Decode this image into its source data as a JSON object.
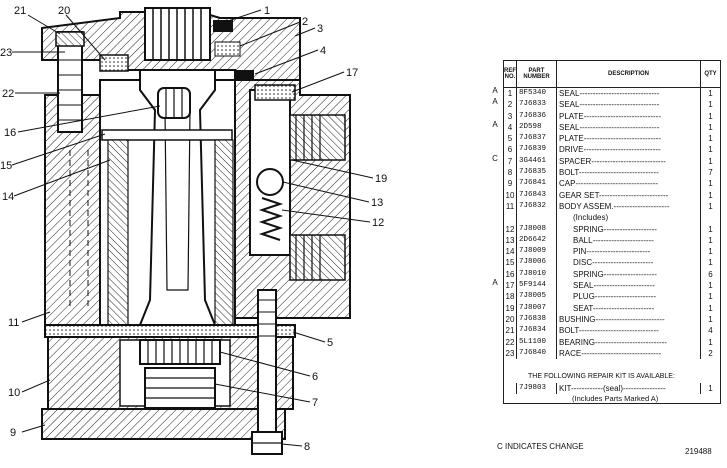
{
  "callouts": [
    {
      "n": "1"
    },
    {
      "n": "2"
    },
    {
      "n": "3"
    },
    {
      "n": "4"
    },
    {
      "n": "17"
    },
    {
      "n": "19"
    },
    {
      "n": "13"
    },
    {
      "n": "12"
    },
    {
      "n": "5"
    },
    {
      "n": "6"
    },
    {
      "n": "7"
    },
    {
      "n": "8"
    },
    {
      "n": "21"
    },
    {
      "n": "20"
    },
    {
      "n": "23"
    },
    {
      "n": "22"
    },
    {
      "n": "16"
    },
    {
      "n": "15"
    },
    {
      "n": "14"
    },
    {
      "n": "11"
    },
    {
      "n": "10"
    },
    {
      "n": "9"
    }
  ],
  "parts_table": {
    "headers": {
      "ref": "REF NO.",
      "part": "PART NUMBER",
      "desc": "DESCRIPTION",
      "qty": "QTY"
    },
    "rows": [
      {
        "ref": "1",
        "part": "8F5340",
        "desc": "SEAL------------------------------",
        "qty": "1",
        "mark": "A"
      },
      {
        "ref": "2",
        "part": "7J6833",
        "desc": "SEAL------------------------------",
        "qty": "1",
        "mark": "A"
      },
      {
        "ref": "3",
        "part": "7J6836",
        "desc": "PLATE-----------------------------",
        "qty": "1",
        "mark": ""
      },
      {
        "ref": "4",
        "part": "2D598",
        "desc": "SEAL------------------------------",
        "qty": "1",
        "mark": "A"
      },
      {
        "ref": "5",
        "part": "7J6837",
        "desc": "PLATE-----------------------------",
        "qty": "1",
        "mark": ""
      },
      {
        "ref": "6",
        "part": "7J6839",
        "desc": "DRIVE-----------------------------",
        "qty": "1",
        "mark": ""
      },
      {
        "ref": "7",
        "part": "3G4461",
        "desc": "SPACER----------------------------",
        "qty": "1",
        "mark": "C"
      },
      {
        "ref": "8",
        "part": "7J6835",
        "desc": "BOLT------------------------------",
        "qty": "7",
        "mark": ""
      },
      {
        "ref": "9",
        "part": "7J6841",
        "desc": "CAP-------------------------------",
        "qty": "1",
        "mark": ""
      },
      {
        "ref": "10",
        "part": "7J6843",
        "desc": "GEAR SET--------------------------",
        "qty": "1",
        "mark": ""
      },
      {
        "ref": "11",
        "part": "7J6832",
        "desc": "BODY ASSEM.---------------------",
        "qty": "1",
        "mark": ""
      },
      {
        "ref": "",
        "part": "",
        "desc": "(Includes)",
        "qty": "",
        "mark": "",
        "indent": true
      },
      {
        "ref": "12",
        "part": "7J8008",
        "desc": "SPRING--------------------",
        "qty": "1",
        "mark": "",
        "indent": true
      },
      {
        "ref": "13",
        "part": "2D6642",
        "desc": "BALL-----------------------",
        "qty": "1",
        "mark": "",
        "indent": true
      },
      {
        "ref": "14",
        "part": "7J8009",
        "desc": "PIN------------------------",
        "qty": "1",
        "mark": "",
        "indent": true
      },
      {
        "ref": "15",
        "part": "7J8006",
        "desc": "DISC-----------------------",
        "qty": "1",
        "mark": "",
        "indent": true
      },
      {
        "ref": "16",
        "part": "7J8010",
        "desc": "SPRING--------------------",
        "qty": "6",
        "mark": "",
        "indent": true
      },
      {
        "ref": "17",
        "part": "5F9144",
        "desc": "SEAL-----------------------",
        "qty": "1",
        "mark": "A",
        "indent": true
      },
      {
        "ref": "18",
        "part": "7J8005",
        "desc": "PLUG-----------------------",
        "qty": "1",
        "mark": "",
        "indent": true
      },
      {
        "ref": "19",
        "part": "7J8007",
        "desc": "SEAT-----------------------",
        "qty": "1",
        "mark": "",
        "indent": true
      },
      {
        "ref": "20",
        "part": "7J6838",
        "desc": "BUSHING--------------------------",
        "qty": "1",
        "mark": ""
      },
      {
        "ref": "21",
        "part": "7J6834",
        "desc": "BOLT------------------------------",
        "qty": "4",
        "mark": ""
      },
      {
        "ref": "22",
        "part": "5L1100",
        "desc": "BEARING---------------------------",
        "qty": "1",
        "mark": ""
      },
      {
        "ref": "23",
        "part": "7J6840",
        "desc": "RACE------------------------------",
        "qty": "2",
        "mark": ""
      }
    ],
    "kit_title": "THE FOLLOWING REPAIR KIT IS AVAILABLE:",
    "kit_part": "7J9803",
    "kit_desc": "KIT------------(seal)----------------",
    "kit_qty": "1",
    "kit_note": "(Includes Parts Marked A)"
  },
  "footer_left": "C INDICATES CHANGE",
  "footer_right": "219488"
}
